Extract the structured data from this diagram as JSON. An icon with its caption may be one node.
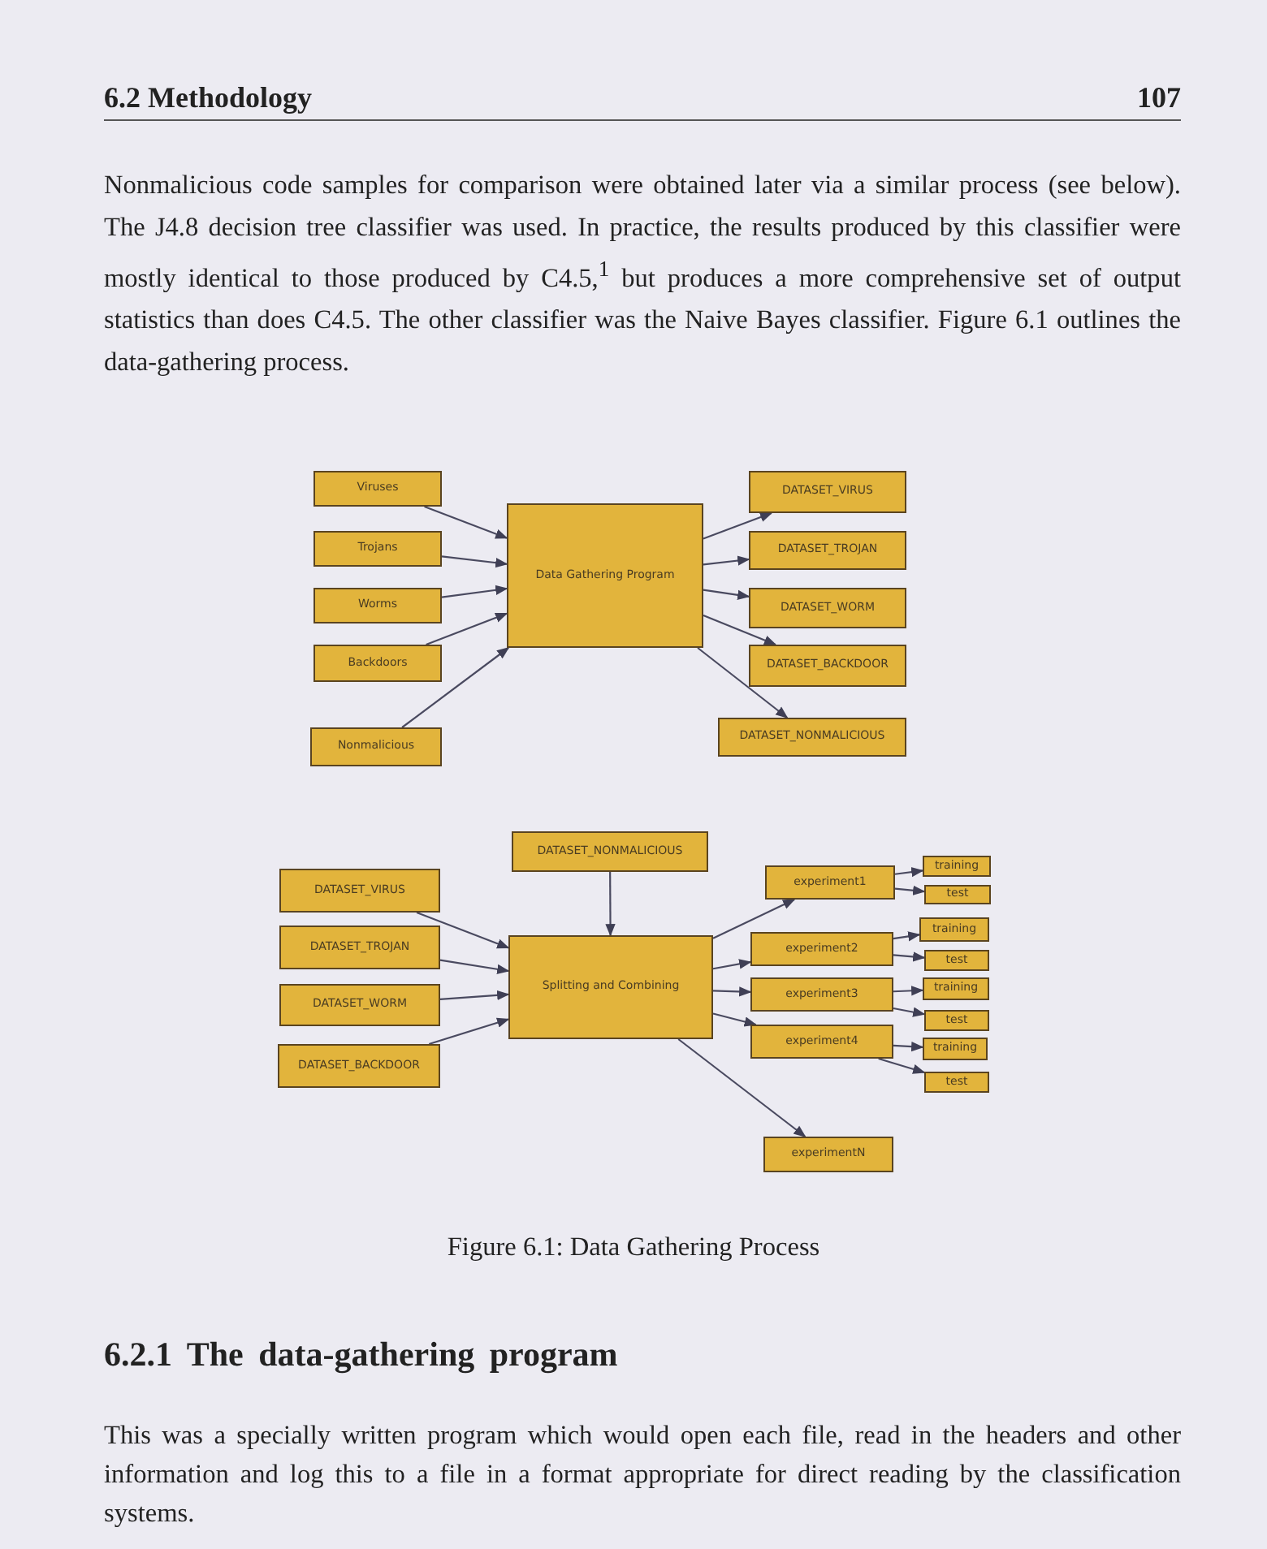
{
  "diagram": {
    "caption": "Figure 6.1: Data Gathering Process",
    "nodes": [
      {
        "text": [
          "Viruses"
        ]
      },
      {
        "text": [
          "Trojans"
        ]
      },
      {
        "text": [
          "Worms"
        ]
      },
      {
        "text": [
          "Backdoors"
        ]
      },
      {
        "text": [
          "Nonmalicious"
        ]
      },
      {
        "text": [
          "Data Gathering Program"
        ]
      },
      {
        "text": [
          "DATASET_VIRUS"
        ]
      },
      {
        "text": [
          "DATASET_TROJAN"
        ]
      },
      {
        "text": [
          "DATASET_WORM"
        ]
      },
      {
        "text": [
          "DATASET_BACKDOOR"
        ]
      },
      {
        "text": [
          "DATASET_NONMALICIOUS"
        ]
      },
      {
        "text": [
          "DATASET_NONMALICIOUS"
        ]
      },
      {
        "text": [
          "DATASET_VIRUS"
        ]
      },
      {
        "text": [
          "DATASET_TROJAN"
        ]
      },
      {
        "text": [
          "DATASET_WORM"
        ]
      },
      {
        "text": [
          "DATASET_BACKDOOR"
        ]
      },
      {
        "text": [
          "Splitting and Combining"
        ]
      },
      {
        "text": [
          "experiment1"
        ]
      },
      {
        "text": [
          "experiment2"
        ]
      },
      {
        "text": [
          "experiment3"
        ]
      },
      {
        "text": [
          "experiment4"
        ]
      },
      {
        "text": [
          "experimentN"
        ]
      },
      {
        "text": [
          "training"
        ]
      },
      {
        "text": [
          "test"
        ]
      },
      {
        "text": [
          "training"
        ]
      },
      {
        "text": [
          "test"
        ]
      },
      {
        "text": [
          "training"
        ]
      },
      {
        "text": [
          "test"
        ]
      },
      {
        "text": [
          "training"
        ]
      },
      {
        "text": [
          "test"
        ]
      }
    ],
    "edges": [
      {
        "from": 0,
        "to": 5,
        "arrow": "to"
      },
      {
        "from": 1,
        "to": 5,
        "arrow": "to"
      },
      {
        "from": 2,
        "to": 5,
        "arrow": "to"
      },
      {
        "from": 3,
        "to": 5,
        "arrow": "to"
      },
      {
        "from": 4,
        "to": 5,
        "arrow": "to"
      },
      {
        "from": 5,
        "to": 6,
        "arrow": "to"
      },
      {
        "from": 5,
        "to": 7,
        "arrow": "to"
      },
      {
        "from": 5,
        "to": 8,
        "arrow": "to"
      },
      {
        "from": 5,
        "to": 9,
        "arrow": "to"
      },
      {
        "from": 5,
        "to": 10,
        "arrow": "to"
      },
      {
        "from": 11,
        "to": 16,
        "arrow": "to"
      },
      {
        "from": 12,
        "to": 16,
        "arrow": "to"
      },
      {
        "from": 13,
        "to": 16,
        "arrow": "to"
      },
      {
        "from": 14,
        "to": 16,
        "arrow": "to"
      },
      {
        "from": 15,
        "to": 16,
        "arrow": "to"
      },
      {
        "from": 16,
        "to": 17,
        "arrow": "to"
      },
      {
        "from": 16,
        "to": 18,
        "arrow": "to"
      },
      {
        "from": 16,
        "to": 19,
        "arrow": "to"
      },
      {
        "from": 16,
        "to": 20,
        "arrow": "to"
      },
      {
        "from": 16,
        "to": 21,
        "arrow": "to"
      },
      {
        "from": 17,
        "to": 22,
        "arrow": "to"
      },
      {
        "from": 17,
        "to": 23,
        "arrow": "to"
      },
      {
        "from": 18,
        "to": 24,
        "arrow": "to"
      },
      {
        "from": 18,
        "to": 25,
        "arrow": "to"
      },
      {
        "from": 19,
        "to": 26,
        "arrow": "to"
      },
      {
        "from": 19,
        "to": 27,
        "arrow": "to"
      },
      {
        "from": 20,
        "to": 28,
        "arrow": "to"
      },
      {
        "from": 20,
        "to": 29,
        "arrow": "to"
      }
    ],
    "labels": [
      "6.2 Methodology",
      "107",
      "Nonmalicious code samples for comparison were obtained later via a similar process (see below). The J4.8 decision tree classifier was used. In practice, the results produced by this classifier were mostly identical to those produced by C4.5,$^{1}$ but produces a more comprehensive set of output statistics than does C4.5. The other classifier was the Naive Bayes classifier. Figure 6.1 outlines the data-gathering process.",
      "6.2.1 The data-gathering program",
      "This was a specially written program which would open each file, read in the headers and other information and log this to a file in a format appropriate for direct reading by the classification systems."
    ]
  }
}
